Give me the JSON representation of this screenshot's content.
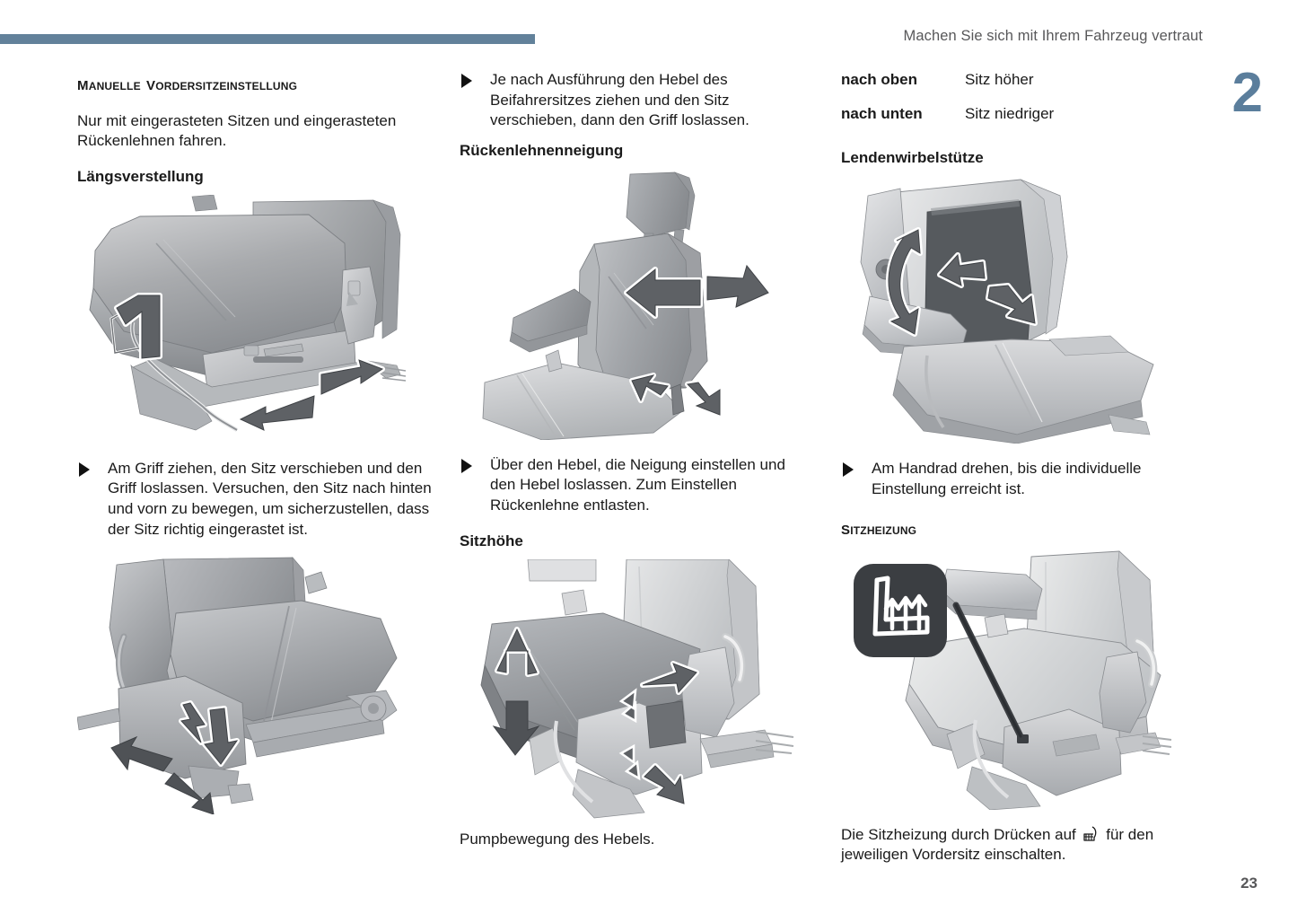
{
  "header": {
    "running_title": "Machen Sie sich mit Ihrem Fahrzeug vertraut",
    "chapter_number": "2",
    "page_number": "23",
    "bar_color": "#62819a",
    "chapter_color": "#5b7e9c"
  },
  "column1": {
    "section_title": "Manuelle Vordersitzeinstellung",
    "intro": "Nur mit eingerasteten Sitzen und eingerasteten Rückenlehnen fahren.",
    "subheading_longitudinal": "Längsverstellung",
    "figure_longitudinal": "seat-longitudinal-adjustment-illustration",
    "bullet_longitudinal": "Am Griff ziehen, den Sitz verschieben und den Griff loslassen. Versuchen, den Sitz nach hinten und vorn zu bewegen, um sicherzustellen, dass der Sitz richtig eingerastet ist.",
    "figure_longitudinal_detail": "seat-rail-lever-detail-illustration"
  },
  "column2": {
    "bullet_passenger": "Je nach Ausführung den Hebel des Beifahrersitzes ziehen und den Sitz verschieben, dann den Griff loslassen.",
    "subheading_backrest": "Rückenlehnenneigung",
    "figure_backrest": "seat-backrest-tilt-illustration",
    "bullet_backrest": "Über den Hebel, die Neigung einstellen und den Hebel loslassen. Zum Einstellen Rückenlehne entlasten.",
    "subheading_height": "Sitzhöhe",
    "figure_height": "seat-height-adjustment-illustration",
    "caption_height": "Pumpbewegung des Hebels."
  },
  "column3": {
    "table": [
      {
        "key": "nach oben",
        "value": "Sitz höher"
      },
      {
        "key": "nach unten",
        "value": "Sitz niedriger"
      }
    ],
    "subheading_lumbar": "Lendenwirbelstütze",
    "figure_lumbar": "seat-lumbar-support-illustration",
    "bullet_lumbar": "Am Handrad drehen, bis die individuelle Einstellung erreicht ist.",
    "section_heating": "Sitzheizung",
    "figure_heating": "seat-heating-illustration",
    "heating_text_before": "Die Sitzheizung durch Drücken auf",
    "heating_icon": "seat-heating-icon",
    "heating_text_after": "für den jeweiligen Vordersitz einschalten."
  }
}
